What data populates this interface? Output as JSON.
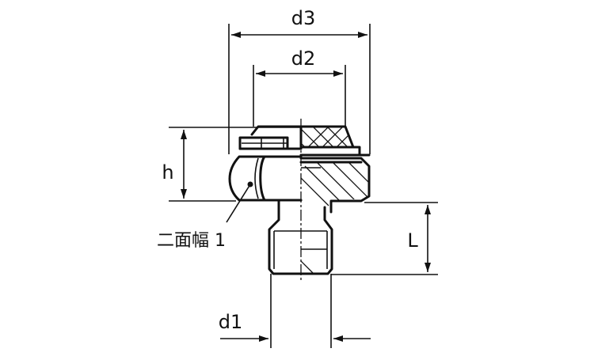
{
  "labels": {
    "d3": "d3",
    "d2": "d2",
    "h": "h",
    "width_across_flats": "二面幅 1",
    "L": "L",
    "d1": "d1"
  }
}
